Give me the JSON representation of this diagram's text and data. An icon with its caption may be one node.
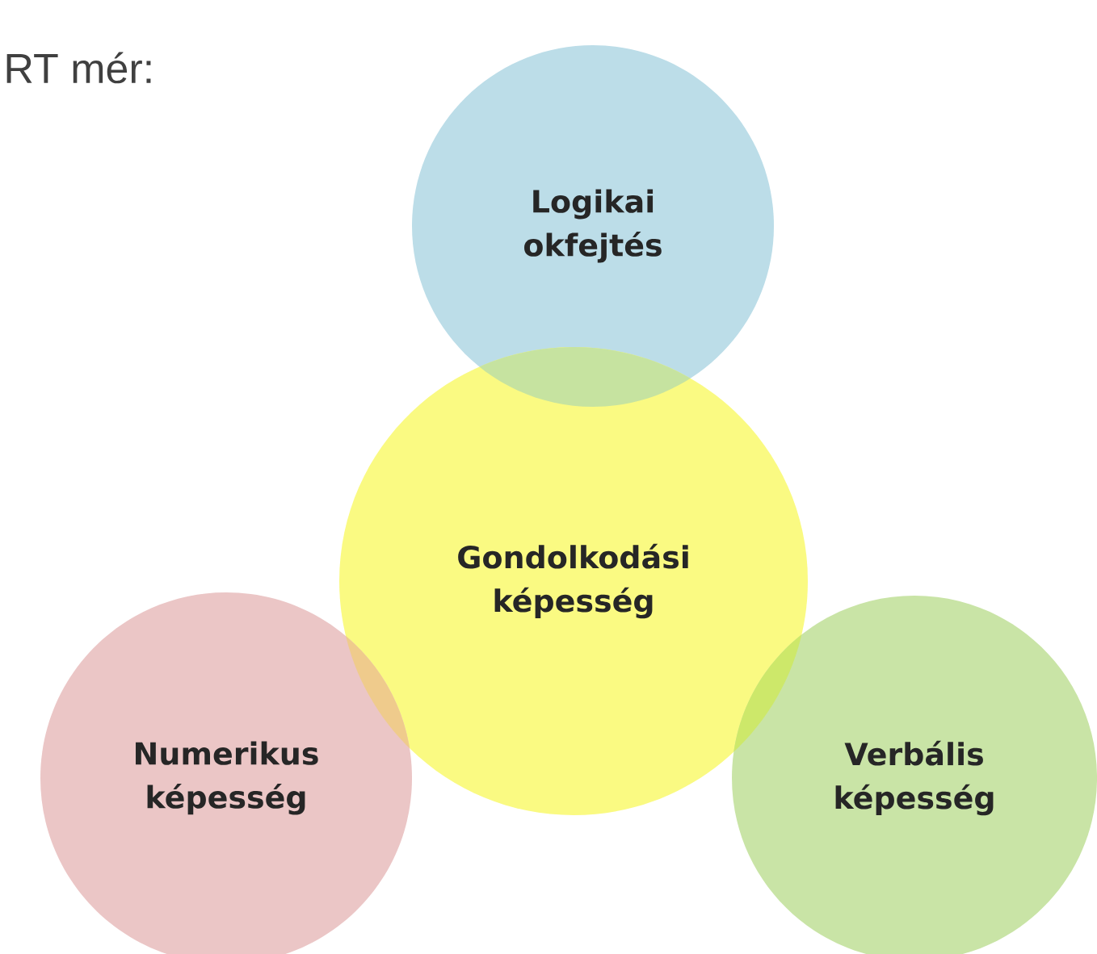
{
  "diagram": {
    "title": "RT mér:",
    "nodes": [
      {
        "text": [
          "Logikai okfejtés"
        ]
      },
      {
        "text": [
          "Gondolkodási képesség"
        ]
      },
      {
        "text": [
          "Numerikus képesség"
        ]
      },
      {
        "text": [
          "Verbális képesség"
        ]
      }
    ]
  }
}
